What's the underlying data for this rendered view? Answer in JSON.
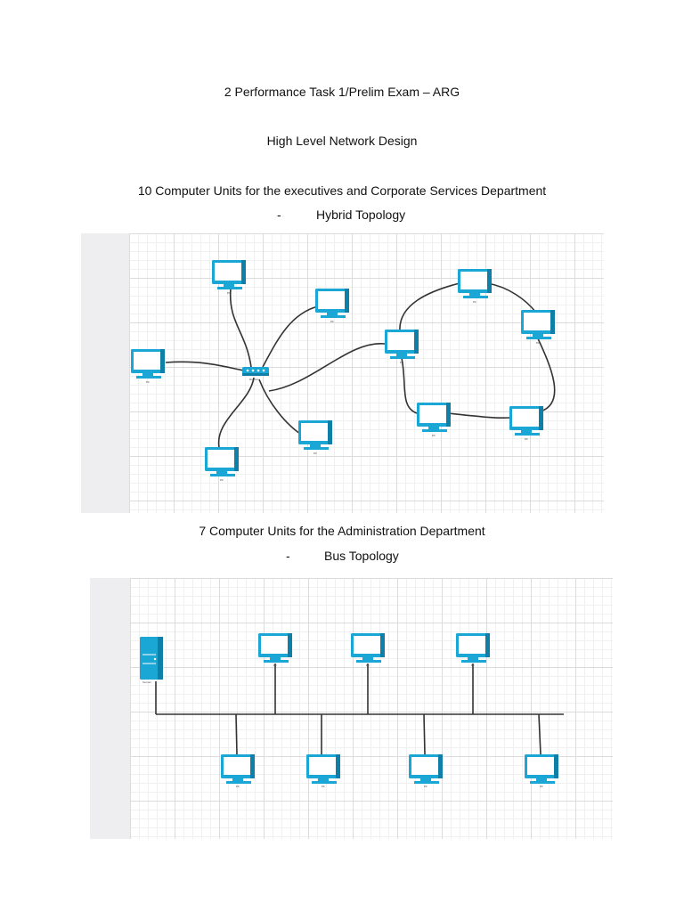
{
  "document": {
    "heading": "2 Performance Task 1/Prelim Exam – ARG",
    "subheading": "High Level Network Design"
  },
  "sections": [
    {
      "title": "10 Computer Units for the executives and Corporate Services Department",
      "bullet": "-",
      "topology": "Hybrid Topology"
    },
    {
      "title": "7 Computer Units for the Administration Department",
      "bullet": "-",
      "topology": "Bus Topology"
    }
  ],
  "diagram_labels": {
    "pc": "PC",
    "router": "Router",
    "server": "Server"
  },
  "colors": {
    "device": "#1ba7d6",
    "device_dark": "#0f7fa8",
    "cable": "#333333"
  },
  "icons": [
    "pc-icon",
    "router-icon",
    "server-icon"
  ]
}
